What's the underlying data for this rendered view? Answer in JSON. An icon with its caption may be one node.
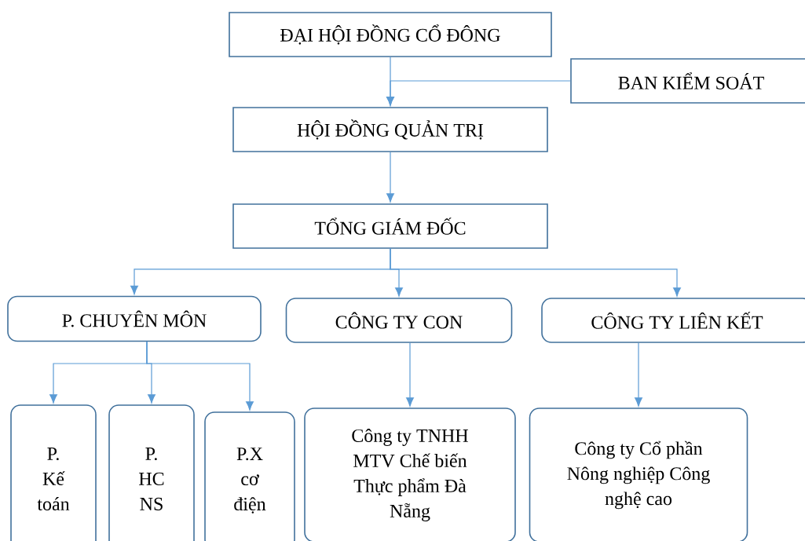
{
  "diagram": {
    "nodes": [
      {
        "text": [
          "ĐẠI HỘI ĐỒNG CỔ ĐÔNG"
        ]
      },
      {
        "text": [
          "BAN KIỂM SOÁT"
        ]
      },
      {
        "text": [
          "HỘI ĐỒNG QUẢN TRỊ"
        ]
      },
      {
        "text": [
          "TỔNG GIÁM ĐỐC"
        ]
      },
      {
        "text": [
          "P. CHUYÊN MÔN"
        ]
      },
      {
        "text": [
          "CÔNG TY CON"
        ]
      },
      {
        "text": [
          "CÔNG TY LIÊN KẾT"
        ]
      },
      {
        "text": [
          "P. Kế toán"
        ]
      },
      {
        "text": [
          "P. HC NS"
        ]
      },
      {
        "text": [
          "P.X cơ điện"
        ]
      },
      {
        "text": [
          "Công ty TNHH MTV Chế biến Thực phẩm Đà Nẵng"
        ]
      },
      {
        "text": [
          "Công ty Cổ phần Nông nghiệp Công nghệ cao"
        ]
      }
    ],
    "edges": [
      {
        "from": 0,
        "to": 2,
        "arrow": "to"
      },
      {
        "from": 1,
        "to": 2,
        "arrow": "to"
      },
      {
        "from": 2,
        "to": 3,
        "arrow": "to"
      },
      {
        "from": 3,
        "to": 4,
        "arrow": "to"
      },
      {
        "from": 3,
        "to": 5,
        "arrow": "to"
      },
      {
        "from": 3,
        "to": 6,
        "arrow": "to"
      },
      {
        "from": 4,
        "to": 7,
        "arrow": "to"
      },
      {
        "from": 4,
        "to": 8,
        "arrow": "to"
      },
      {
        "from": 4,
        "to": 9,
        "arrow": "to"
      },
      {
        "from": 5,
        "to": 10,
        "arrow": "to"
      },
      {
        "from": 6,
        "to": 11,
        "arrow": "to"
      }
    ]
  }
}
